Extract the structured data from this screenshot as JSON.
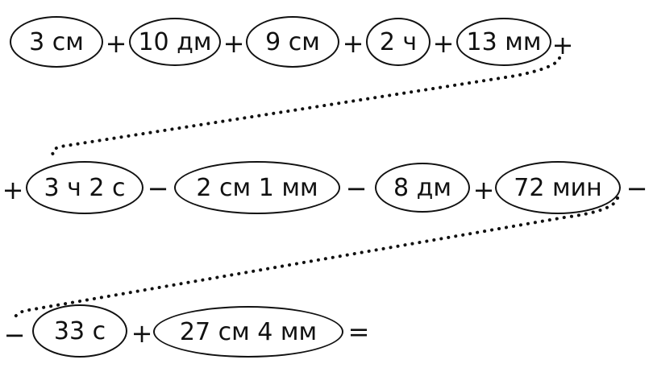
{
  "rows": [
    {
      "terms": [
        "3 см",
        "10 дм",
        "9 см",
        "2 ч",
        "13 мм"
      ],
      "operators": [
        "+",
        "+",
        "+",
        "+",
        "+"
      ]
    },
    {
      "leading": "+",
      "terms": [
        "3 ч 2 с",
        "2 см 1 мм",
        "8 дм",
        "72 мин"
      ],
      "operators": [
        "−",
        "−",
        "+",
        "−"
      ]
    },
    {
      "leading": "−",
      "terms": [
        "33 с",
        "27 см 4 мм"
      ],
      "operators": [
        "+",
        "="
      ]
    }
  ]
}
